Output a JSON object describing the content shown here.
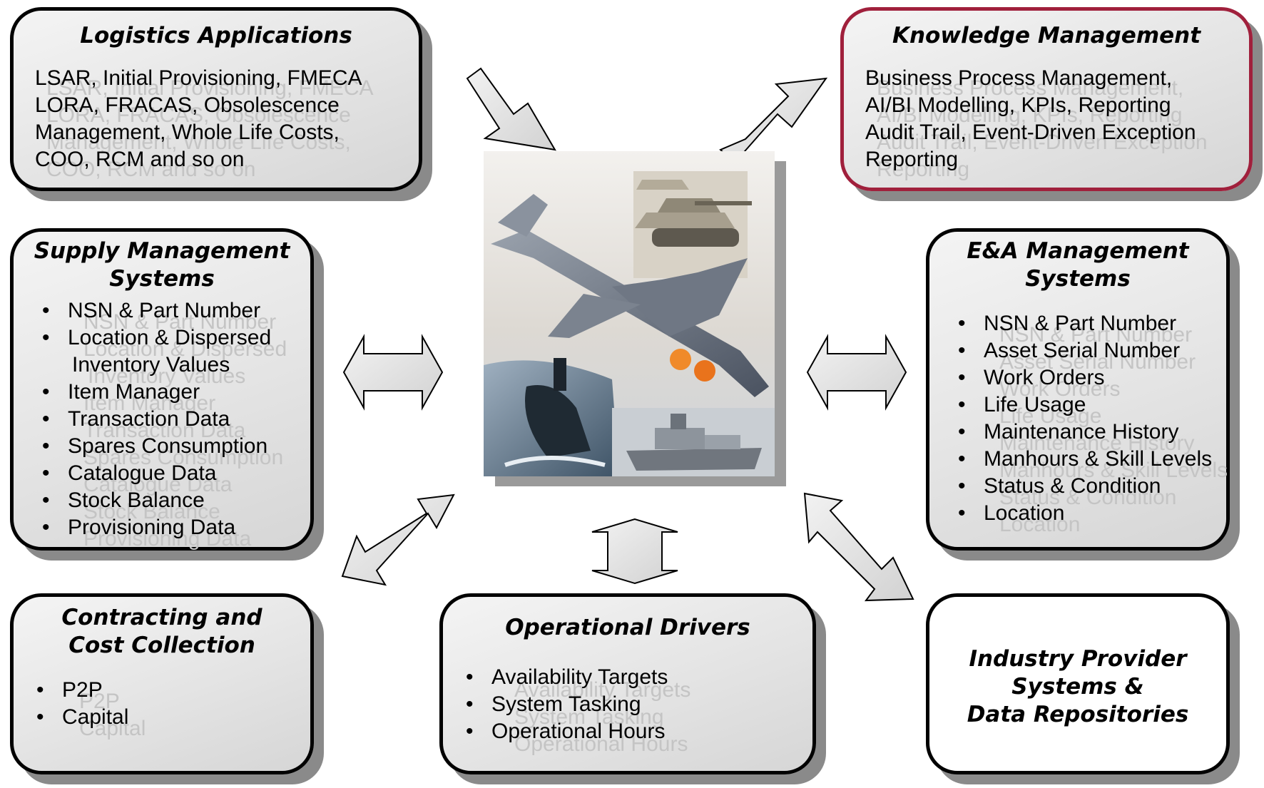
{
  "logistics": {
    "title": "Logistics Applications",
    "lines": [
      "LSAR, Initial Provisioning, FMECA",
      "LORA, FRACAS, Obsolescence",
      "Management, Whole Life Costs,",
      "COO, RCM and so on"
    ]
  },
  "knowledge": {
    "title": "Knowledge Management",
    "lines": [
      "Business Process Management,",
      "AI/BI Modelling, KPIs, Reporting",
      "Audit Trail, Event-Driven Exception",
      "Reporting"
    ]
  },
  "supply": {
    "title_lines": [
      "Supply Management",
      "Systems"
    ],
    "items": [
      "NSN & Part Number",
      "Location & Dispersed",
      "Inventory Values",
      "Item Manager",
      "Transaction Data",
      "Spares Consumption",
      "Catalogue Data",
      "Stock Balance",
      "Provisioning Data"
    ]
  },
  "ea": {
    "title_lines": [
      "E&A Management",
      "Systems"
    ],
    "items": [
      "NSN & Part Number",
      "Asset Serial Number",
      "Work Orders",
      "Life Usage",
      "Maintenance History",
      "Manhours & Skill Levels",
      "Status & Condition",
      "Location"
    ]
  },
  "contracting": {
    "title_lines": [
      "Contracting and",
      "Cost Collection"
    ],
    "items": [
      "P2P",
      "Capital"
    ]
  },
  "operational": {
    "title": "Operational Drivers",
    "items": [
      "Availability Targets",
      "System Tasking",
      "Operational Hours"
    ]
  },
  "industry": {
    "title_lines": [
      "Industry Provider",
      "Systems &",
      "Data Repositories"
    ]
  },
  "bullet_char": "•",
  "colors": {
    "box_border": "#000000",
    "knowledge_border": "#a0203c",
    "box_fill": "#e4e4e4",
    "shadow": "#8a8a8a",
    "arrow_fill": "#e6e6e6"
  }
}
